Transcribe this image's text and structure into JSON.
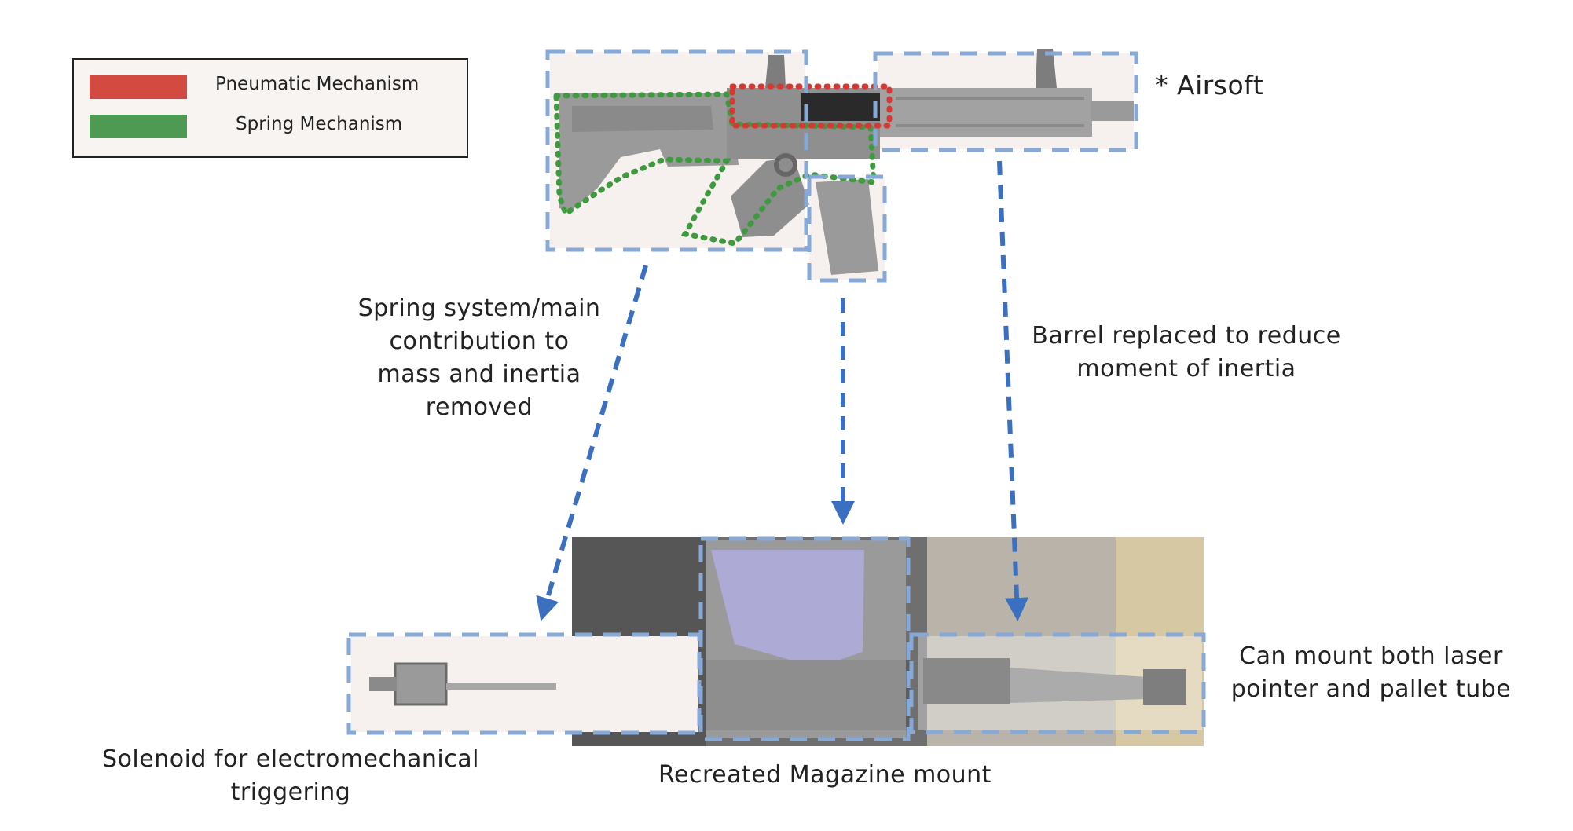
{
  "legend": {
    "items": [
      {
        "label": "Pneumatic Mechanism",
        "color": "#d34a40"
      },
      {
        "label": "Spring Mechanism",
        "color": "#4f9a53"
      }
    ]
  },
  "annotations": {
    "airsoft": "* Airsoft",
    "spring_note": [
      "Spring system/main",
      "contribution to",
      "mass and inertia",
      "removed"
    ],
    "barrel_note": [
      "Barrel replaced to reduce",
      "moment of inertia"
    ],
    "mount_note": [
      "Can mount both laser",
      "pointer and pallet tube"
    ],
    "solenoid_note": [
      "Solenoid for electromechanical",
      "triggering"
    ],
    "magazine_note": "Recreated Magazine mount"
  },
  "colors": {
    "box_dash": "#86a9d7",
    "arrow": "#3b6fc0",
    "pneumatic_dots": "#d33a34",
    "spring_dots": "#3f9a3f"
  }
}
